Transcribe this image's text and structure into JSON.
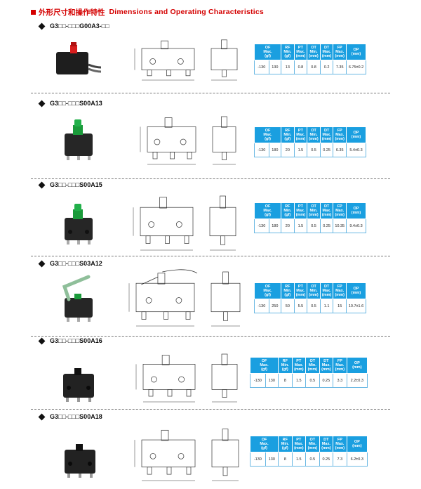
{
  "header": {
    "title_cn": "外形尺寸和操作特性",
    "title_en": "Dimensions and Operating Characteristics"
  },
  "spec_headers": [
    {
      "l1": "OF",
      "l2": "Max.",
      "l3": "(gf)"
    },
    {
      "l1": "RF",
      "l2": "Min.",
      "l3": "(gf)"
    },
    {
      "l1": "PT",
      "l2": "Max.",
      "l3": "(mm)"
    },
    {
      "l1": "OT",
      "l2": "Min.",
      "l3": "(mm)"
    },
    {
      "l1": "DT",
      "l2": "Max.",
      "l3": "(mm)"
    },
    {
      "l1": "FP",
      "l2": "Max.",
      "l3": "(mm)"
    },
    {
      "l1": "OP",
      "l2": "(mm)",
      "l3": ""
    }
  ],
  "sections": [
    {
      "title": "G3□□-□□□G00A3-□□",
      "values": [
        "-130",
        "130",
        "13",
        "0.8",
        "0.8",
        "0.2",
        "7.35",
        "6.75±0.2"
      ]
    },
    {
      "title": "G3□□-□□□S00A13",
      "values": [
        "-130",
        "180",
        "20",
        "1.5",
        "0.5",
        "0.25",
        "6.35",
        "5.4±0.3"
      ]
    },
    {
      "title": "G3□□-□□□S00A15",
      "values": [
        "-130",
        "180",
        "20",
        "1.5",
        "0.5",
        "0.25",
        "10.35",
        "9.4±0.3"
      ]
    },
    {
      "title": "G3□□-□□□S03A12",
      "values": [
        "-130",
        "250",
        "50",
        "5.5",
        "0.5",
        "1.1",
        "15",
        "10.7±1.6"
      ]
    },
    {
      "title": "G3□□-□□□S00A16",
      "values": [
        "-130",
        "130",
        "8",
        "1.5",
        "0.5",
        "0.25",
        "3.3",
        "2.2±0.3"
      ]
    },
    {
      "title": "G3□□-□□□S00A18",
      "values": [
        "-130",
        "130",
        "8",
        "1.5",
        "0.5",
        "0.25",
        "7.3",
        "6.2±0.3"
      ]
    }
  ]
}
